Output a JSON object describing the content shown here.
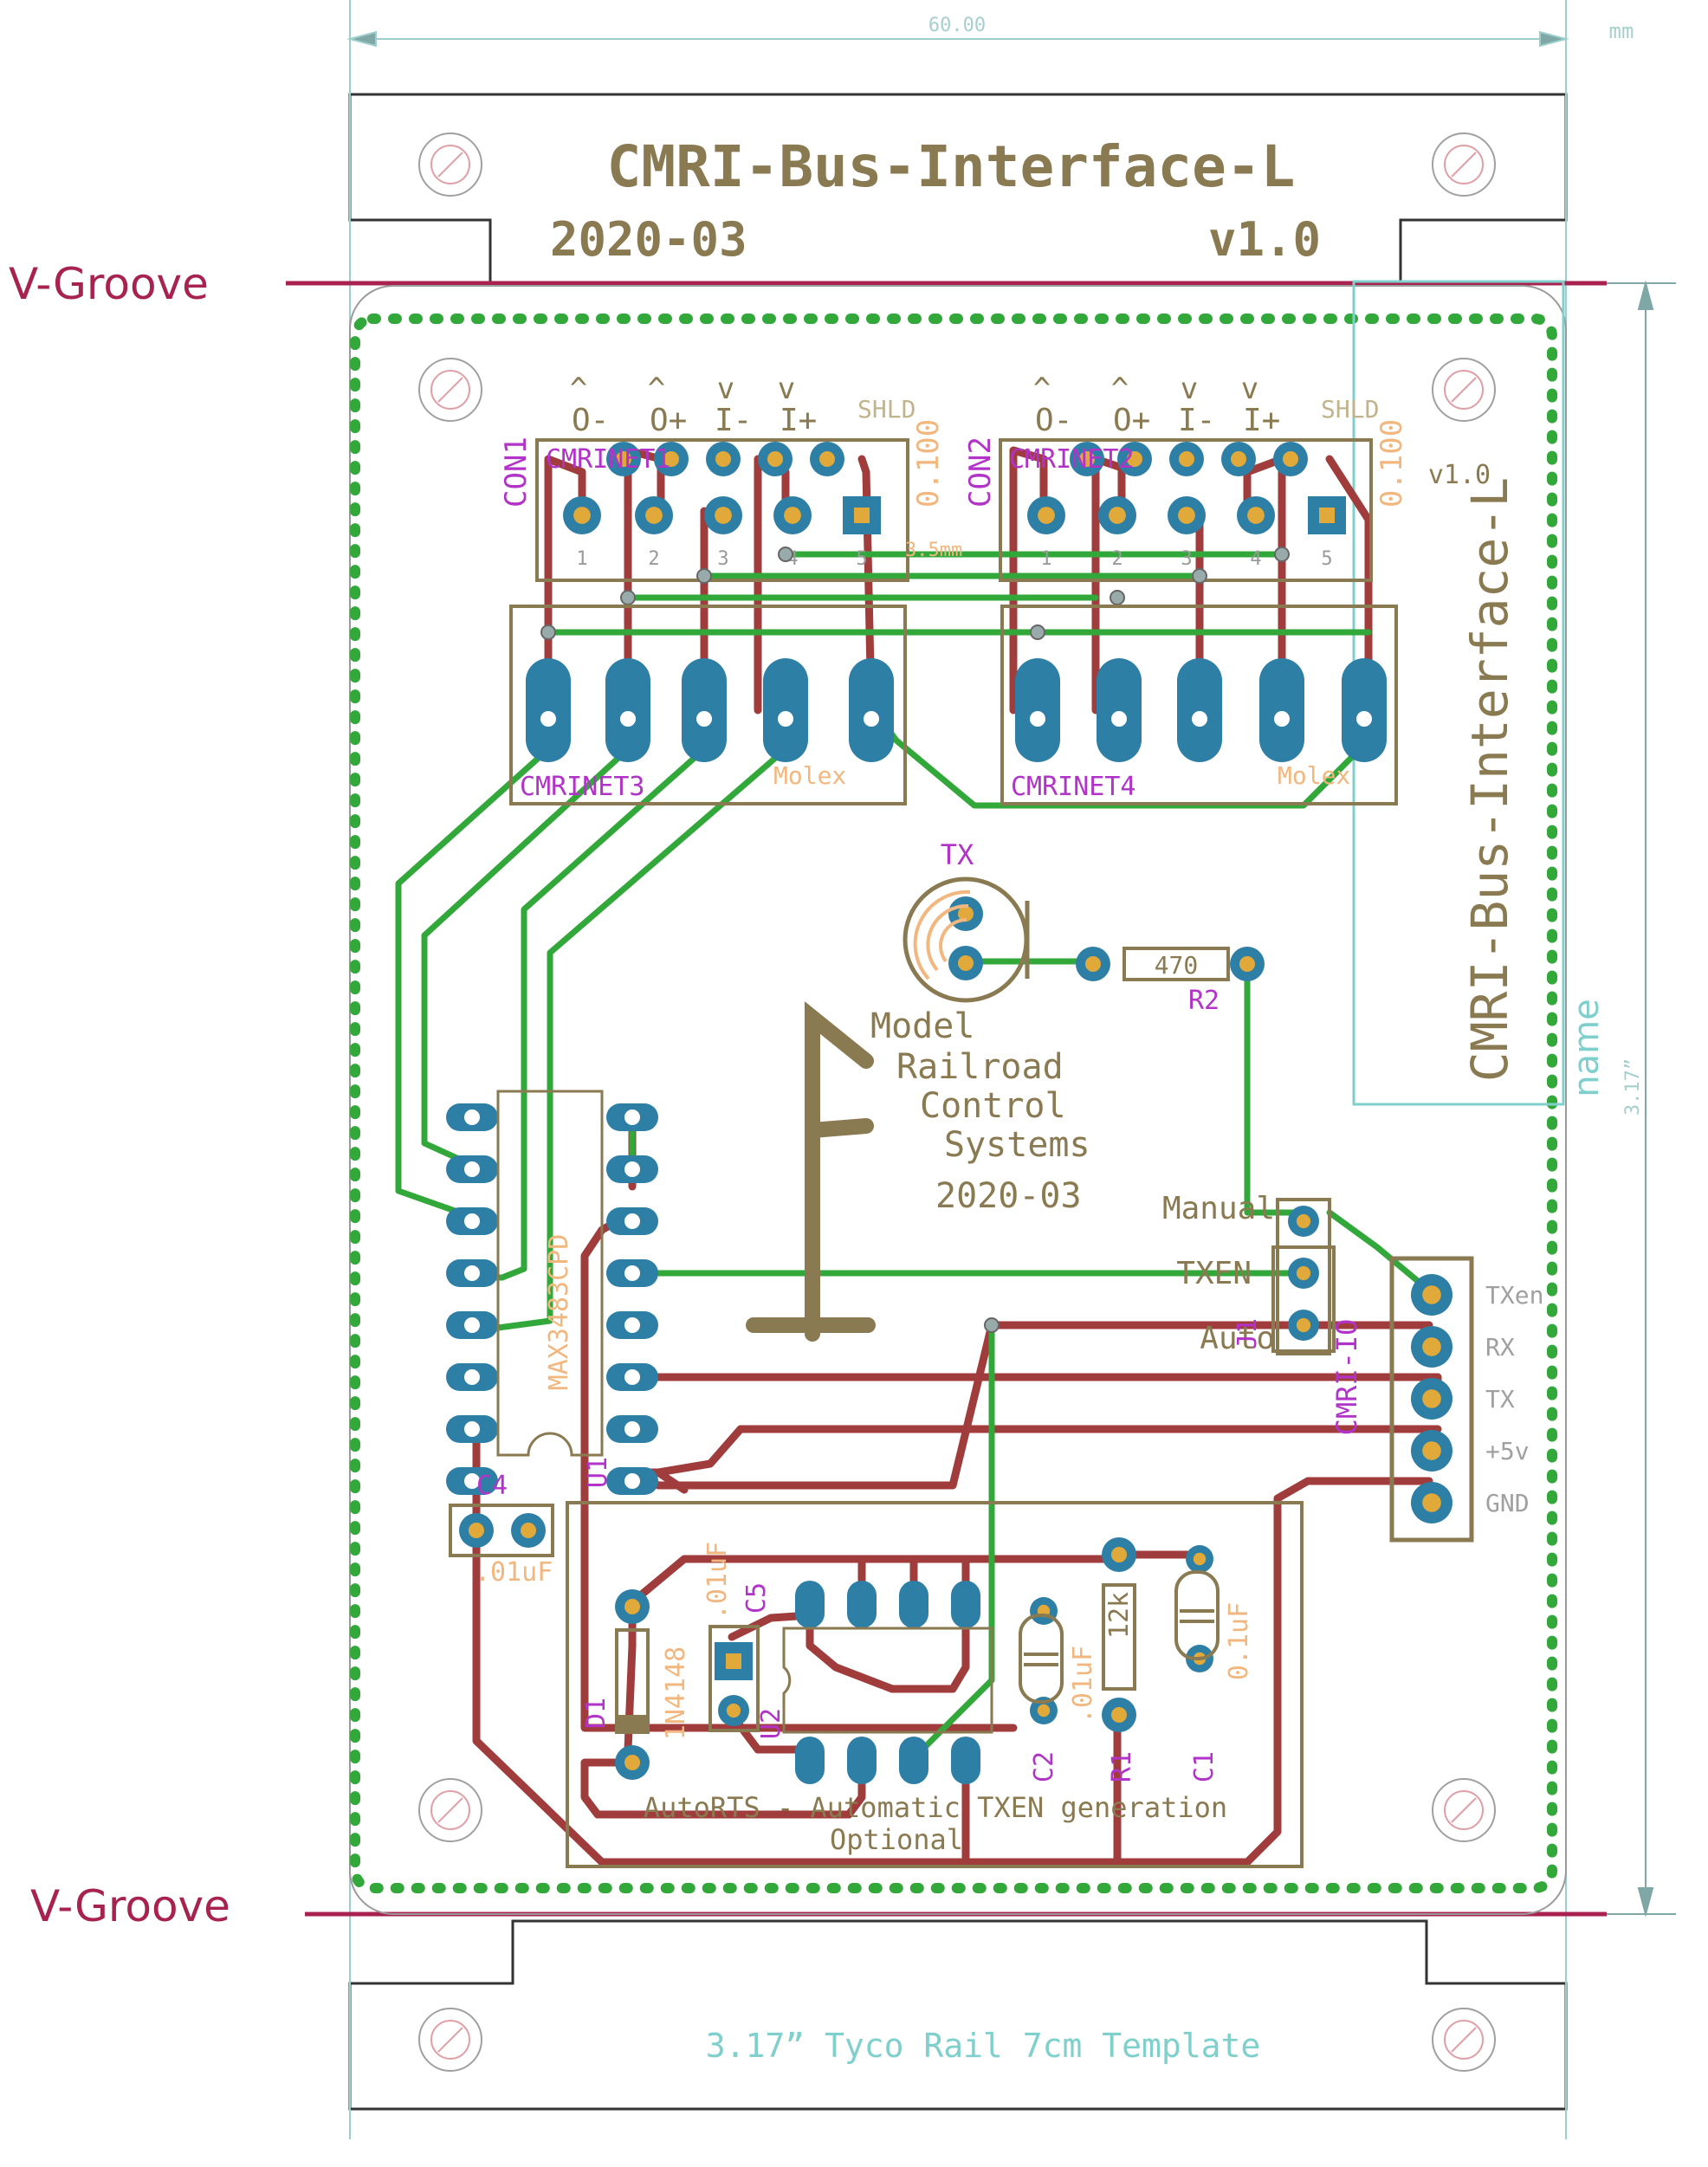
{
  "colors": {
    "silk": "#8a7a52",
    "pink": "#a8224f",
    "cyan": "#7fd0cc",
    "dim": "#7ea7a5",
    "green": "#33a83a",
    "red": "#a03c3c",
    "pad": "#2e7fa5",
    "purple": "#b233c8",
    "orange": "#f2b77e",
    "gray": "#9a9a9a"
  },
  "header": {
    "dimension_width": "60.00",
    "units": "mm",
    "title": "CMRI-Bus-Interface-L",
    "date": "2020-03",
    "version": "v1.0"
  },
  "v_groove": {
    "label": "V-Groove"
  },
  "template_caption": "3.17” Tyco Rail 7cm Template",
  "dimension_height": "3.17”",
  "side_title": "CMRI-Bus-Interface-L",
  "side_version": "v1.0",
  "name_label": "name",
  "logo": {
    "line1": "Model",
    "line2": "Railroad",
    "line3": "Control",
    "line4": "Systems",
    "line5": "2020-03"
  },
  "connectors": {
    "con1": {
      "ref": "CON1",
      "name": "CMRINET1",
      "pitch": "0.100"
    },
    "con2": {
      "ref": "CON2",
      "name": "CMRINET2",
      "pitch": "0.100"
    },
    "pin_labels": [
      "O-",
      "O+",
      "I-",
      "I+",
      "SHLD"
    ],
    "pin_arrows": [
      "^",
      "^",
      "v",
      "v"
    ],
    "pin_numbers": [
      "1",
      "2",
      "3",
      "4",
      "5"
    ],
    "footprint_note": "3.5mm",
    "molex1": {
      "name": "CMRINET3",
      "value": "Molex"
    },
    "molex2": {
      "name": "CMRINET4",
      "value": "Molex"
    }
  },
  "parts": {
    "tx_led": "TX",
    "r2_value": "470",
    "r2_ref": "R2",
    "u1_ref": "U1",
    "u1_value": "MAX3483CPD",
    "c4_ref": "C4",
    "c4_value": ".01uF",
    "j1_ref": "J1",
    "j1_manual": "Manual",
    "j1_txen": "TXEN",
    "j1_auto": "Auto",
    "cmri_io_ref": "CMRI-IO",
    "io_pins": [
      "TXen",
      "RX",
      "TX",
      "+5v",
      "GND"
    ],
    "d1_ref": "D1",
    "d1_value": "1N4148",
    "c5_ref": "C5",
    "c5_value": ".01uF",
    "u2_ref": "U2",
    "c2_ref": "C2",
    "c2_value": ".01uF",
    "r1_ref": "R1",
    "r1_value": "12k",
    "c1_ref": "C1",
    "c1_value": "0.1uF",
    "autorts_line1": "AutoRTS - Automatic TXEN generation",
    "autorts_line2": "Optional"
  }
}
